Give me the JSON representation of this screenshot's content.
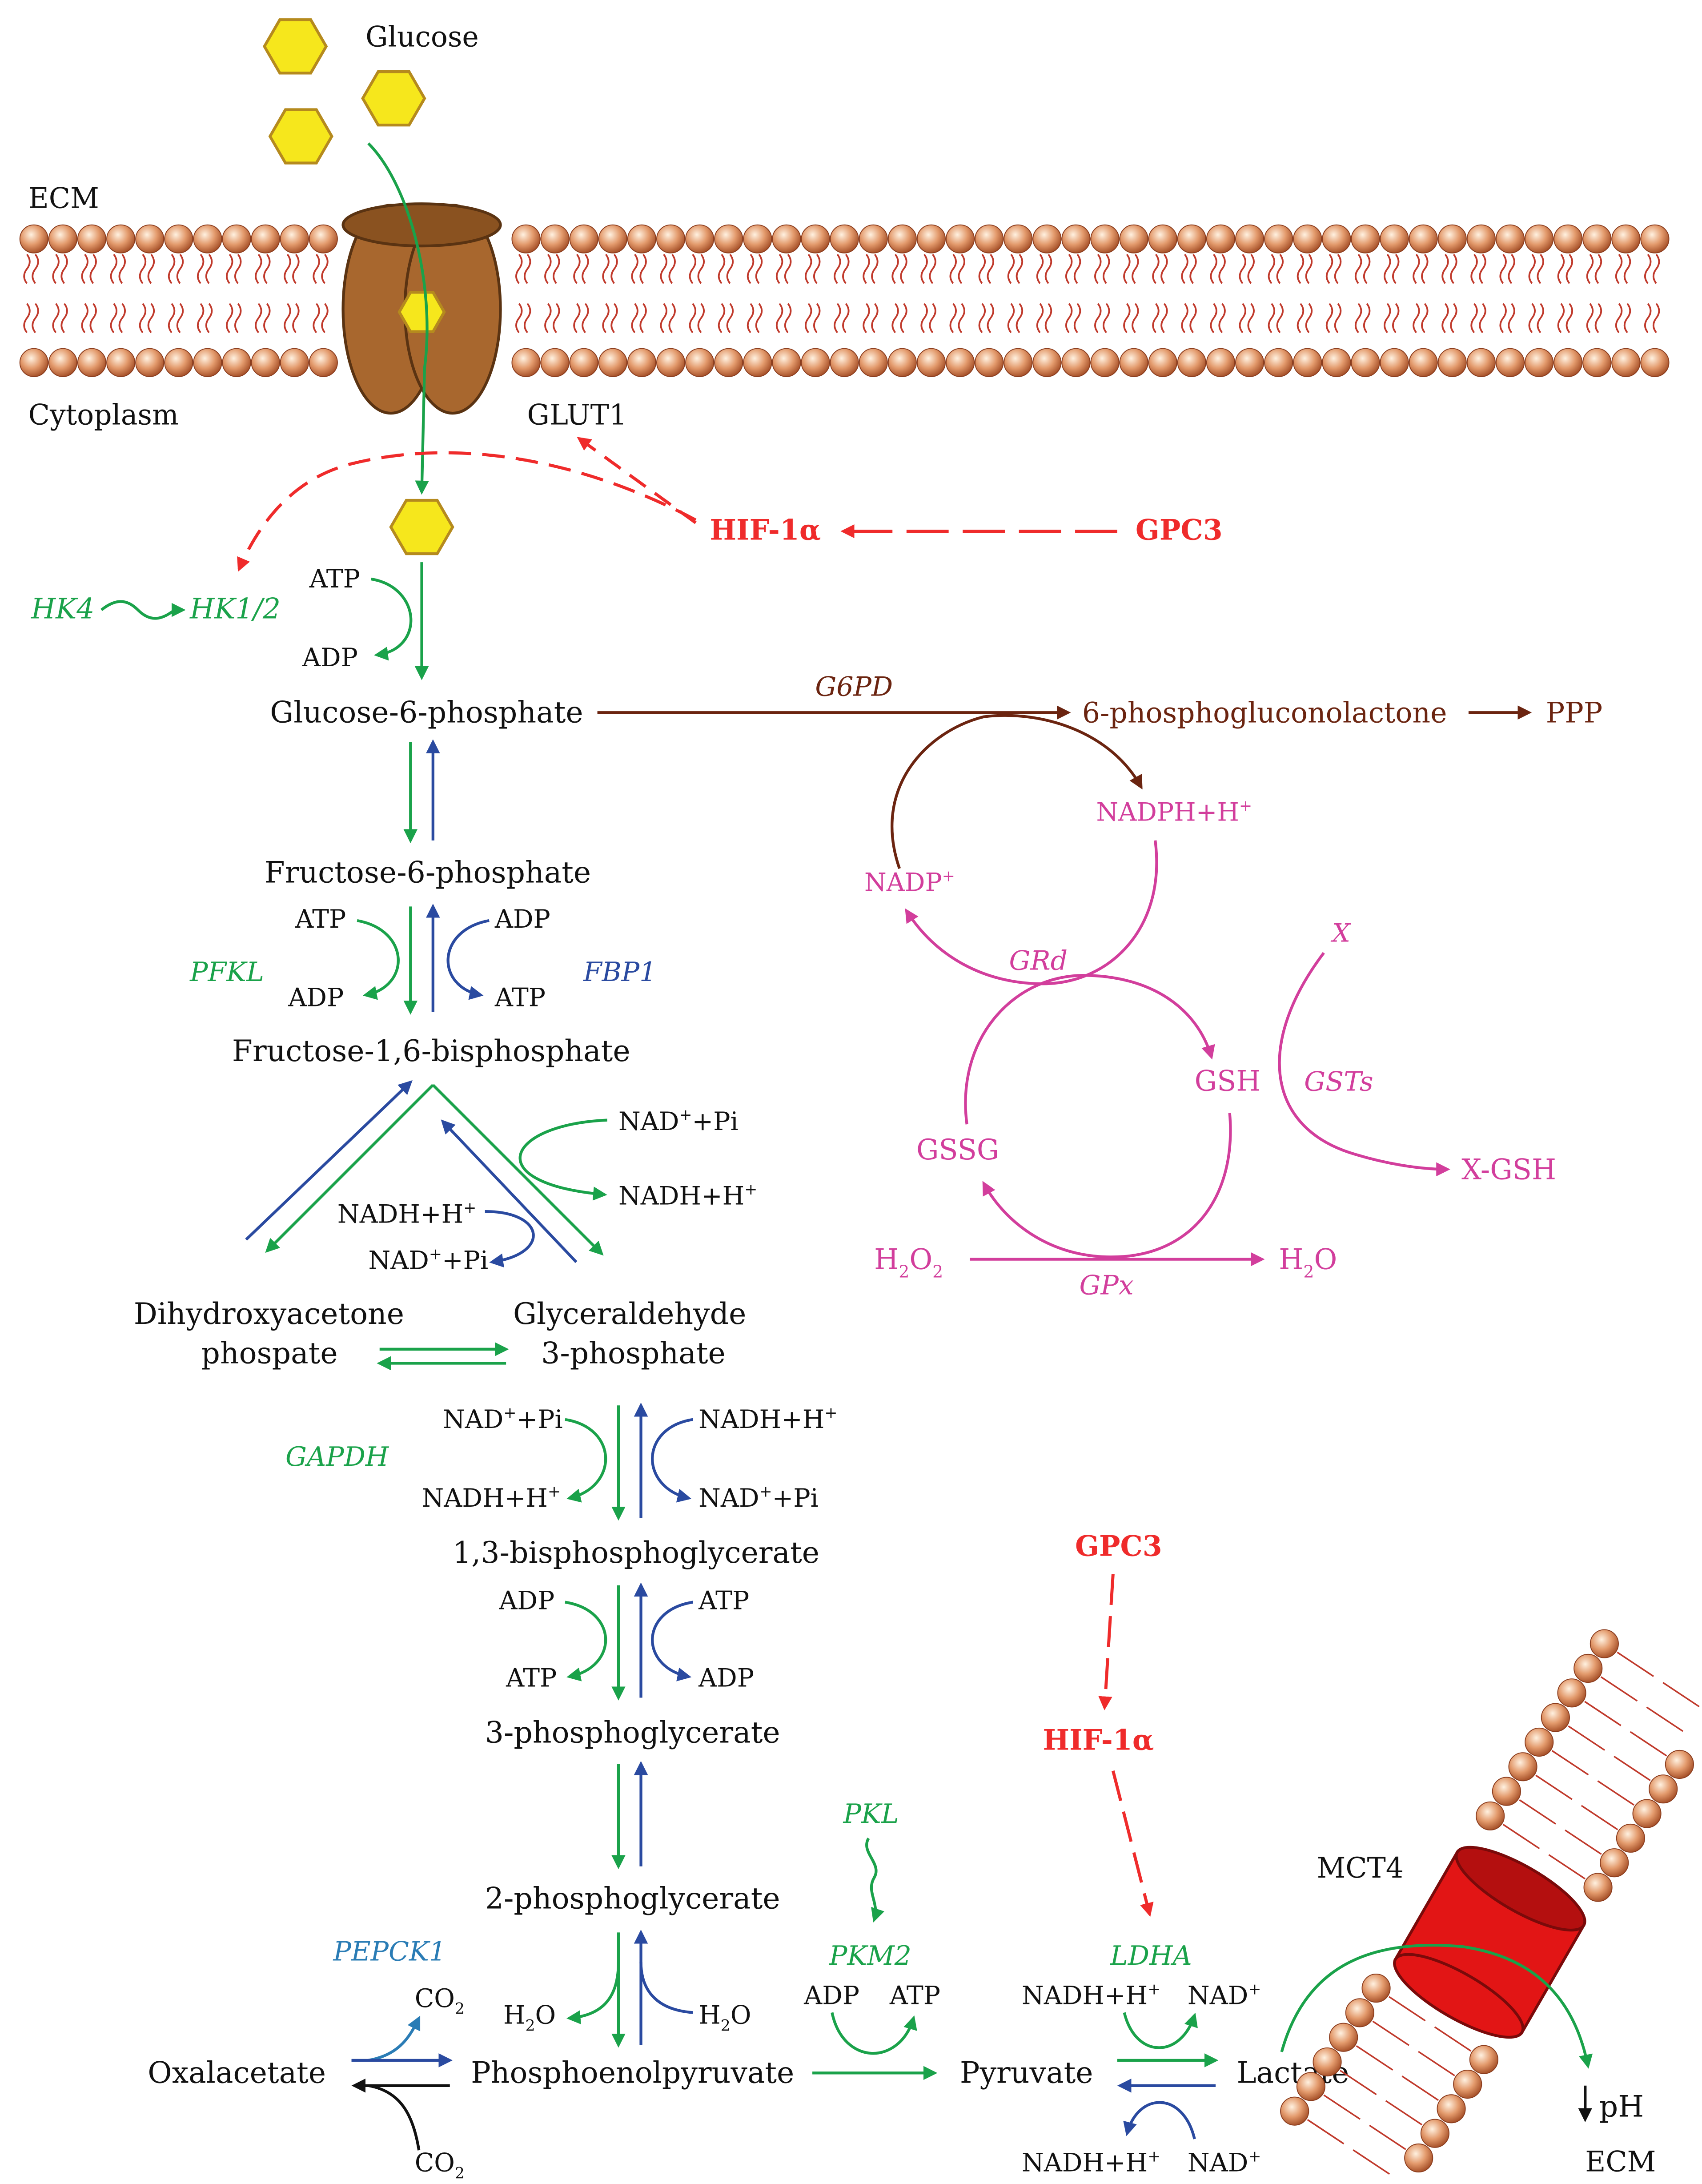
{
  "colors": {
    "glycolysis": "#1aa24a",
    "reverse": "#2a4aa0",
    "regulation": "#ef2b2b",
    "ppp": "#6b2410",
    "glutathione": "#d23e9c",
    "pepck": "#2a7cb5",
    "black": "#111111",
    "glucose_fill": "#f6e71c",
    "glucose_stroke": "#b58a1e",
    "lipid_fill": "#d9875e",
    "glut_fill": "#a8672e",
    "mct_fill": "#e21515"
  },
  "icons": {
    "glucose": "hexagon-icon",
    "membrane": "lipid-bilayer-icon",
    "transporter": "channel-icon"
  },
  "labels": {
    "glucose": "Glucose",
    "ecm_top": "ECM",
    "cytoplasm": "Cytoplasm",
    "glut1": "GLUT1",
    "hif_top": "HIF-1α",
    "gpc3_top": "GPC3",
    "hk4": "HK4",
    "hk12": "HK1/2",
    "atp1": "ATP",
    "adp1": "ADP",
    "g6p": "Glucose-6-phosphate",
    "g6pd": "G6PD",
    "pgl": "6-phosphogluconolactone",
    "ppp": "PPP",
    "f6p": "Fructose-6-phosphate",
    "atp_pfk": "ATP",
    "adp_pfk": "ADP",
    "adp_fbp": "ADP",
    "atp_fbp": "ATP",
    "pfkl": "PFKL",
    "fbp1": "FBP1",
    "f16bp": "Fructose-1,6-bisphosphate",
    "nad_pi_1": "NAD",
    "nad_pi_1_tail": "+Pi",
    "nadh_1": "NADH+H",
    "nadh_2": "NADH+H",
    "nad_pi_2": "NAD",
    "nad_pi_2_tail": "+Pi",
    "dhap_1": "Dihydroxyacetone",
    "dhap_2": "phospate",
    "gap_1": "Glyceraldehyde",
    "gap_2": "3-phosphate",
    "gapdh": "GAPDH",
    "g_nad_l": "NAD",
    "g_nad_l_tail": "+Pi",
    "g_nadh_l": "NADH+H",
    "g_nadh_r": "NADH+H",
    "g_nad_r": "NAD",
    "g_nad_r_tail": "+Pi",
    "bpg13": "1,3-bisphosphoglycerate",
    "adp_pgk_l": "ADP",
    "atp_pgk_l": "ATP",
    "atp_pgk_r": "ATP",
    "adp_pgk_r": "ADP",
    "pg3": "3-phosphoglycerate",
    "pg2": "2-phosphoglycerate",
    "pepck1": "PEPCK1",
    "co2_top": "CO",
    "h2o_l": "H",
    "h2o_l_tail": "O",
    "h2o_r": "H",
    "h2o_r_tail": "O",
    "oxaloacetate": "Oxalacetate",
    "pep": "Phosphoenolpyruvate",
    "co2_bottom": "CO",
    "pkl": "PKL",
    "pkm2": "PKM2",
    "adp_pk": "ADP",
    "atp_pk": "ATP",
    "pyruvate": "Pyruvate",
    "gpc3_bottom": "GPC3",
    "hif_bottom": "HIF-1α",
    "ldha": "LDHA",
    "ldh_nadh_top": "NADH+H",
    "ldh_nad_top": "NAD",
    "ldh_nadh_bottom": "NADH+H",
    "ldh_nad_bottom": "NAD",
    "lactate": "Lactate",
    "mct4": "MCT4",
    "ph": "pH",
    "ecm_bottom": "ECM",
    "nadph": "NADPH+H",
    "nadp": "NADP",
    "grd": "GRd",
    "x": "X",
    "gsh": "GSH",
    "gsts": "GSTs",
    "gssg": "GSSG",
    "xgsh": "X-GSH",
    "h2o2": "H",
    "h2o2_mid": "O",
    "gpx": "GPx",
    "h2o_out": "H",
    "h2o_out_tail": "O",
    "sup_plus": "+",
    "sub_two": "2"
  }
}
